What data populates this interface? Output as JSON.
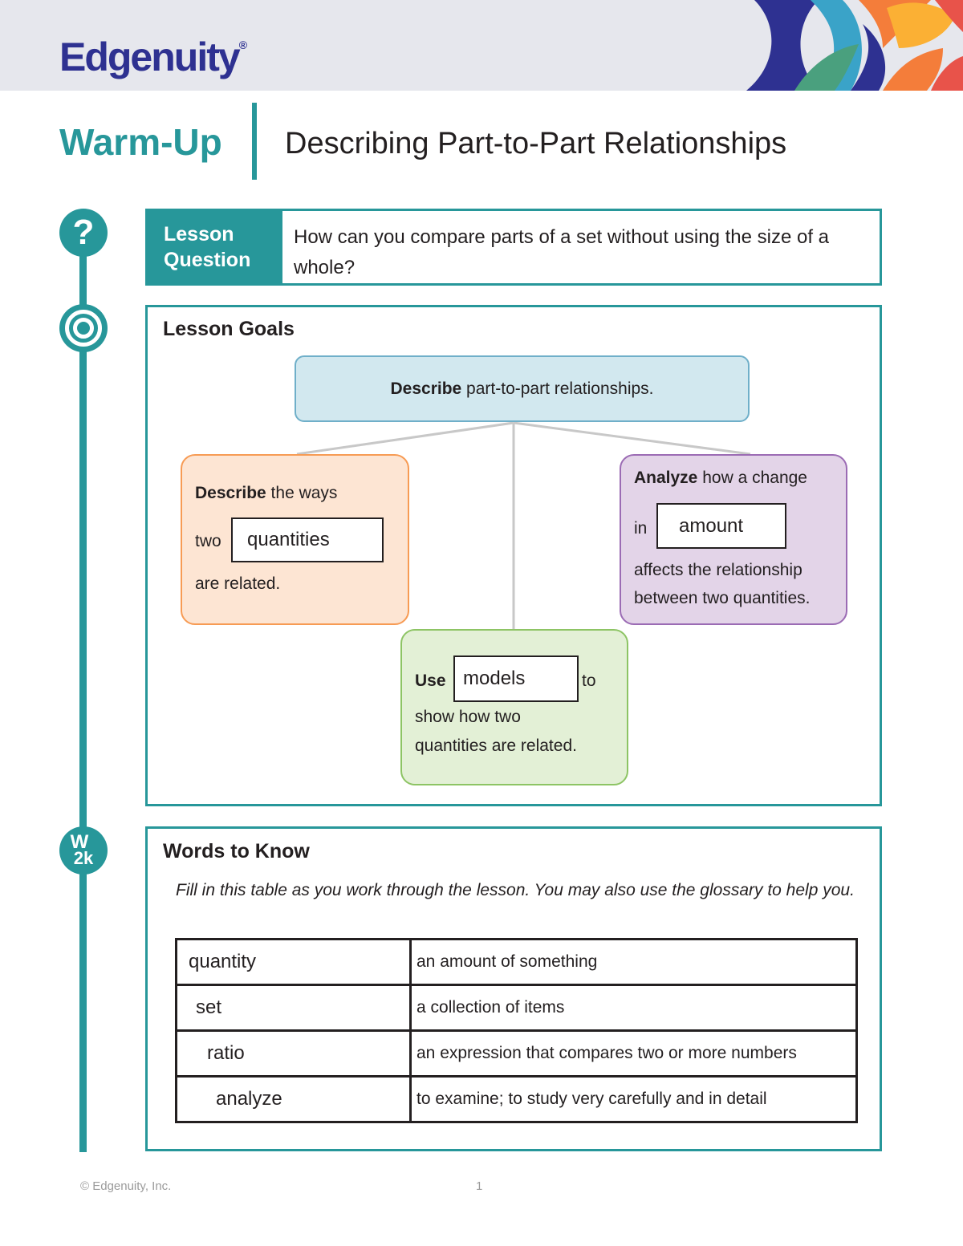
{
  "brand": {
    "logo_text": "Edgenuity",
    "trademark": "®",
    "colors": {
      "teal": "#27979a",
      "navy": "#2e3191",
      "orange": "#f79b54",
      "purple": "#9b6bb4",
      "green": "#8dc464",
      "blue": "#6fafc9"
    }
  },
  "header": {
    "section": "Warm-Up",
    "lesson_title": "Describing Part-to-Part Relationships"
  },
  "timeline_icons": {
    "question": "?",
    "target": "target-icon",
    "w2k_top": "W",
    "w2k_bottom": "2k"
  },
  "lesson_question": {
    "label_line1": "Lesson",
    "label_line2": "Question",
    "text": "How can you compare parts of a set without using the size of a whole?"
  },
  "lesson_goals": {
    "title": "Lesson Goals",
    "main": {
      "bold": "Describe",
      "rest": " part-to-part relationships."
    },
    "left": {
      "bold": "Describe",
      "line1_rest": " the ways",
      "prefix": "two",
      "fill": "quantities",
      "line3": "are related."
    },
    "right": {
      "bold": "Analyze",
      "line1_rest": " how a change",
      "prefix": "in",
      "fill": "amount",
      "line3": "affects the relationship",
      "line4": "between two quantities."
    },
    "bottom": {
      "bold": "Use",
      "fill": "models",
      "suffix": "to",
      "line2": "show how two",
      "line3": "quantities are related."
    }
  },
  "words_to_know": {
    "title": "Words to Know",
    "instructions": "Fill in this table as you work through the lesson. You may also use the glossary to help you.",
    "rows": [
      {
        "term": "quantity",
        "definition": "an amount of something"
      },
      {
        "term": "set",
        "definition": "a collection of items"
      },
      {
        "term": "ratio",
        "definition": "an expression that compares two or more numbers"
      },
      {
        "term": "analyze",
        "definition": "to examine; to study very carefully and in detail"
      }
    ]
  },
  "footer": {
    "copyright": "© Edgenuity, Inc.",
    "page": "1"
  }
}
